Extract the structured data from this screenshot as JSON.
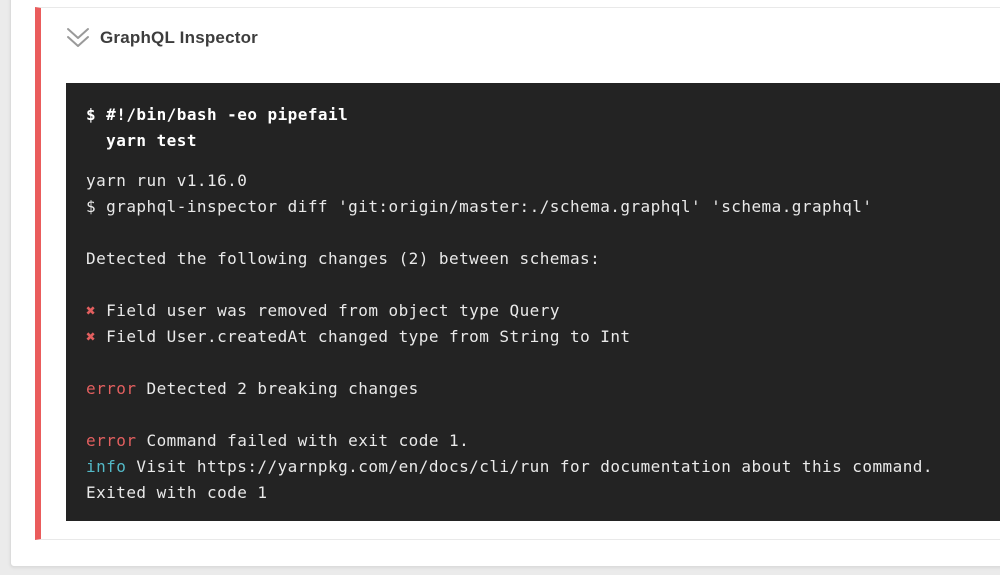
{
  "colors": {
    "page_bg": "#ebebeb",
    "card_bg": "#ffffff",
    "card_border": "#dcdcdc",
    "step_border": "#e9e9e9",
    "accent_red": "#ea5c5c",
    "icon_gray": "#9a9a9a",
    "title_color": "#3d3d3d",
    "terminal_bg": "#232323",
    "terminal_text": "#e9e9e9",
    "terminal_bold": "#ffffff",
    "error_red": "#e25f5f",
    "info_cyan": "#53b9c7"
  },
  "step": {
    "title": "GraphQL Inspector",
    "collapse_icon": "chevron-double-down-icon",
    "status": "failed"
  },
  "terminal": {
    "command_lines": [
      "$ #!/bin/bash -eo pipefail",
      "  yarn test"
    ],
    "output_lines": [
      {
        "prefix": "",
        "text": "yarn run v1.16.0"
      },
      {
        "prefix": "",
        "text": "$ graphql-inspector diff 'git:origin/master:./schema.graphql' 'schema.graphql'"
      },
      {
        "prefix": "",
        "text": ""
      },
      {
        "prefix": "",
        "text": "Detected the following changes (2) between schemas:"
      },
      {
        "prefix": "",
        "text": ""
      },
      {
        "prefix": "✖",
        "text": " Field user was removed from object type Query"
      },
      {
        "prefix": "✖",
        "text": " Field User.createdAt changed type from String to Int"
      },
      {
        "prefix": "",
        "text": ""
      },
      {
        "prefix": "error",
        "text": " Detected 2 breaking changes"
      },
      {
        "prefix": "",
        "text": ""
      },
      {
        "prefix": "error",
        "text": " Command failed with exit code 1."
      },
      {
        "prefix": "info",
        "text": " Visit https://yarnpkg.com/en/docs/cli/run for documentation about this command."
      },
      {
        "prefix": "",
        "text": "Exited with code 1"
      }
    ]
  }
}
